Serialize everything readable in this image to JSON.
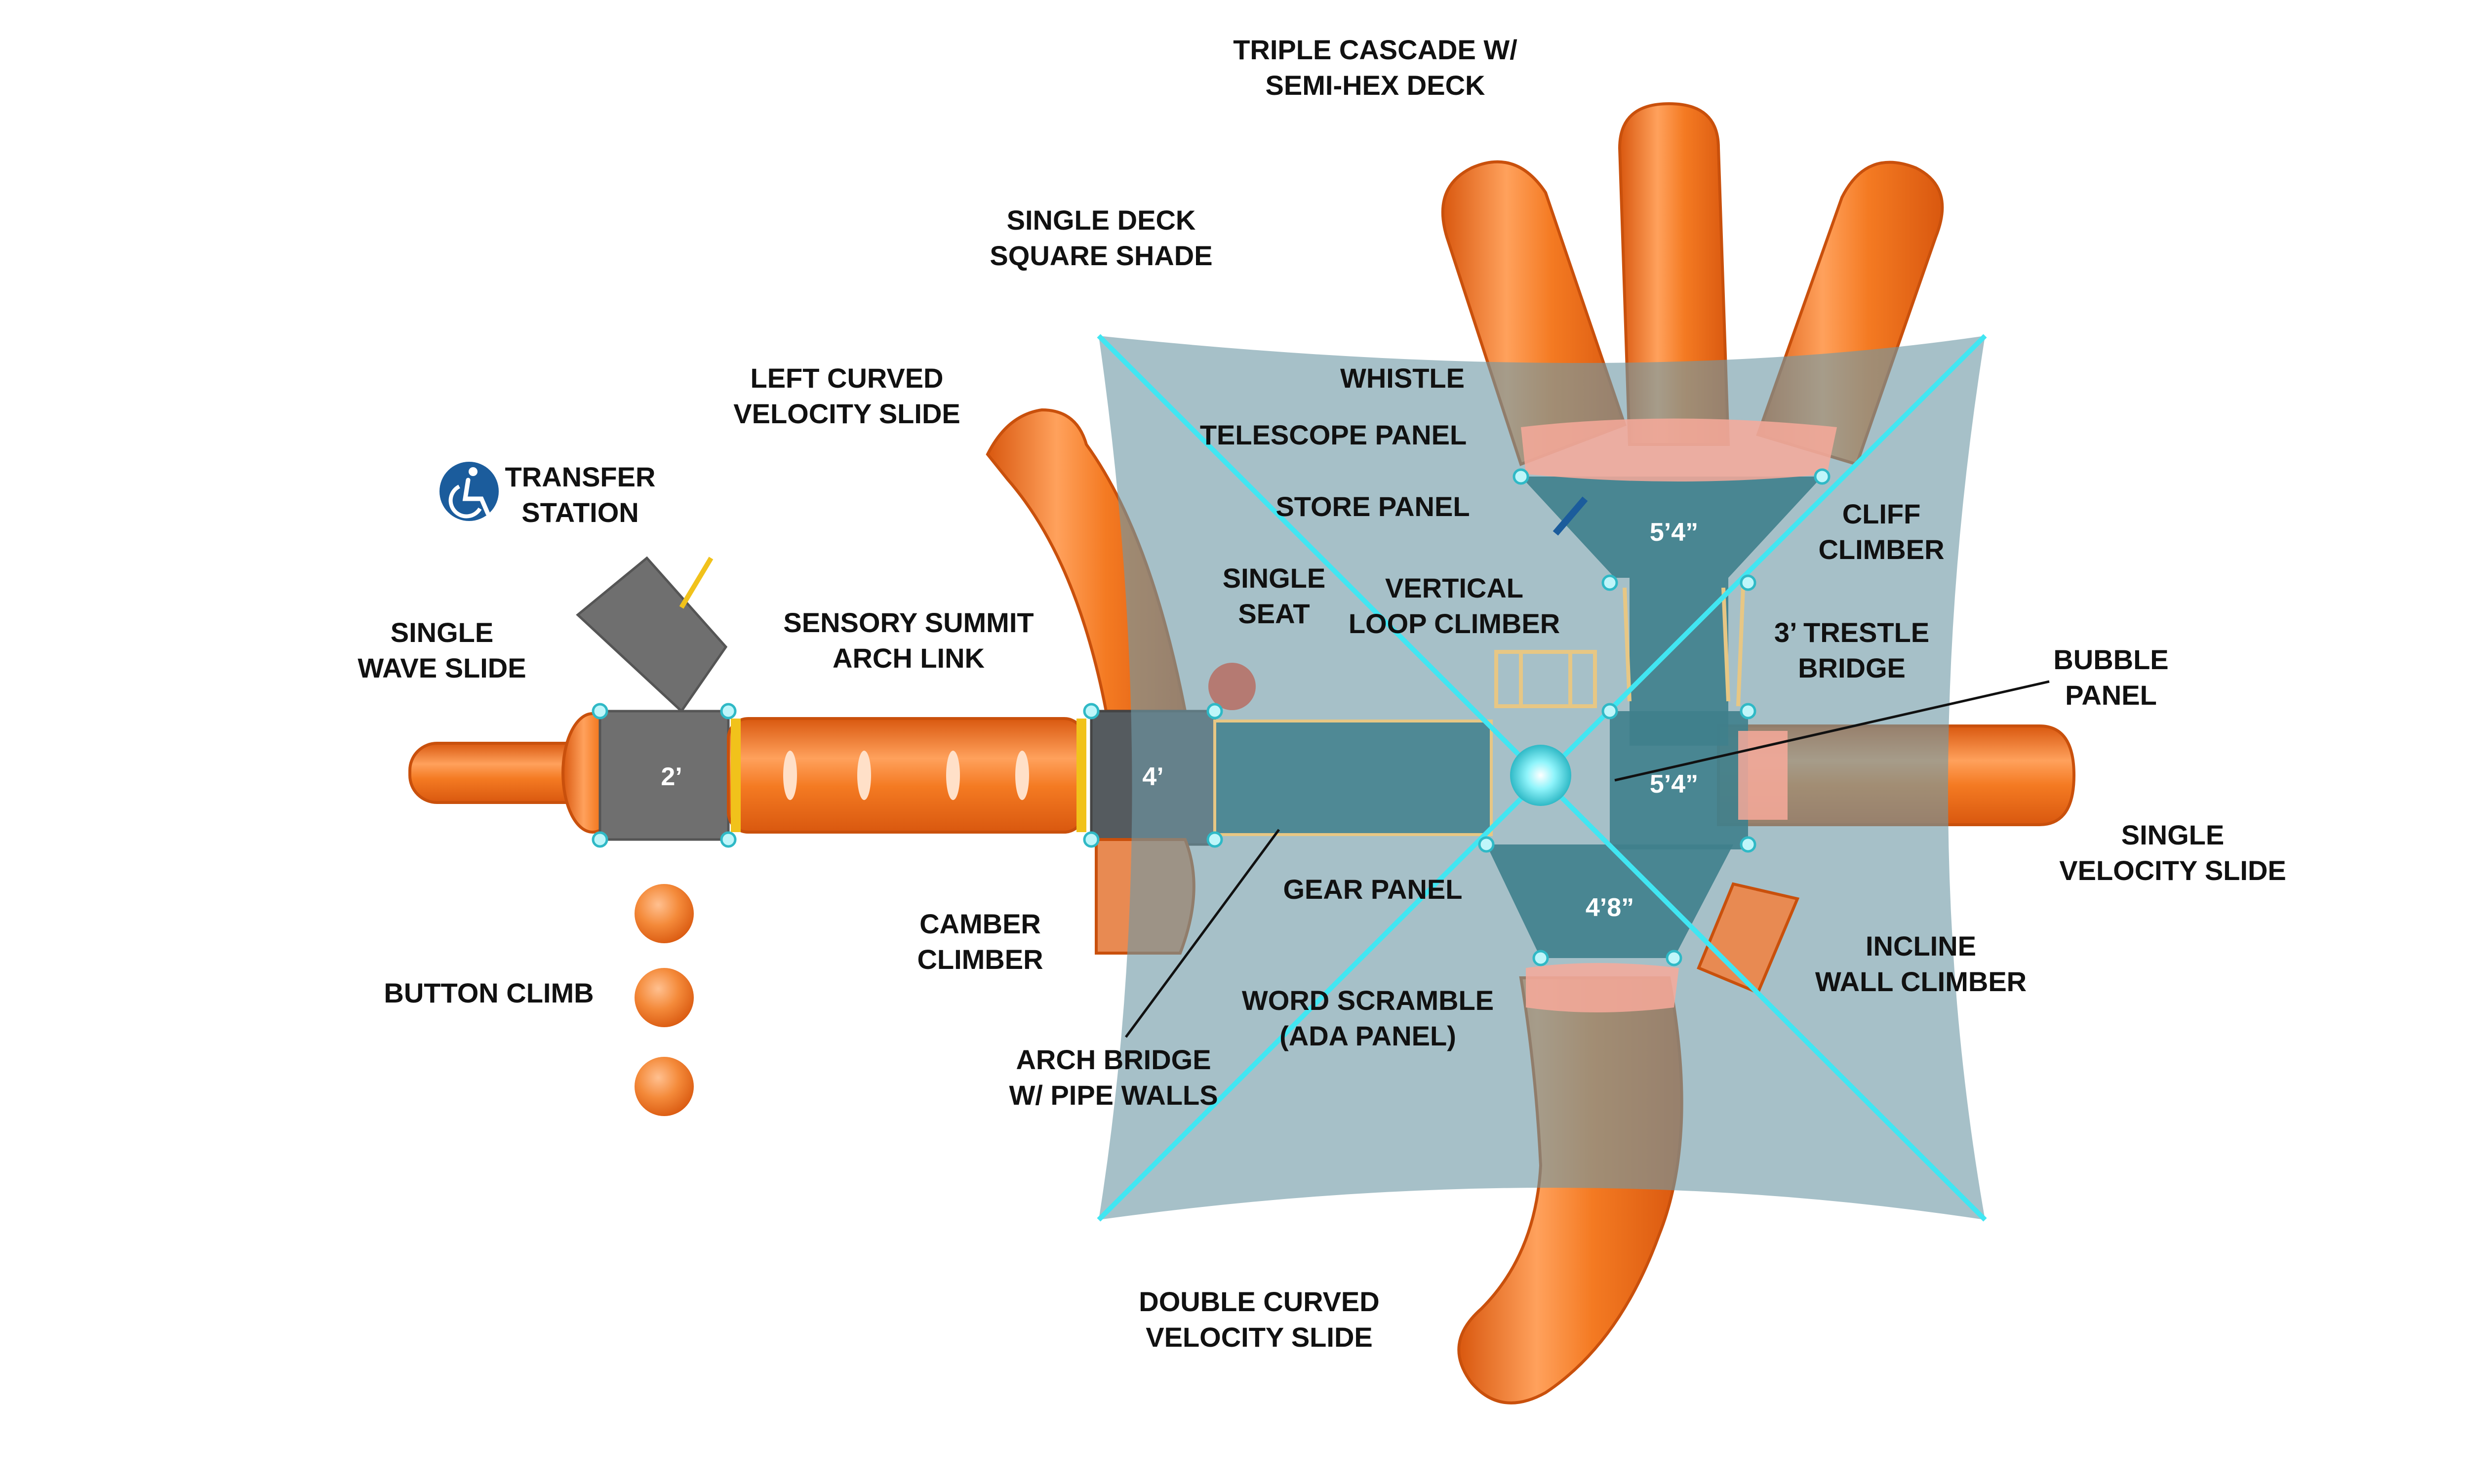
{
  "colors": {
    "slide_orange": "#f47a22",
    "slide_highlight": "#ffb27a",
    "slide_dark": "#d9580f",
    "shade_canopy": "#6f9aa6",
    "deck_teal": "#3f7f8c",
    "cable_cyan": "#41e6f2",
    "deck_gray": "#6f6f6f",
    "railing_tan": "#e7c784",
    "ada_blue": "#1b5c9c",
    "leader_line": "#111111"
  },
  "icons": {
    "accessibility": "wheelchair-accessibility-icon"
  },
  "labels": {
    "triple_cascade": [
      "TRIPLE CASCADE W/",
      "SEMI-HEX DECK"
    ],
    "single_deck_shade": [
      "SINGLE DECK",
      "SQUARE SHADE"
    ],
    "left_curved_slide": [
      "LEFT CURVED",
      "VELOCITY SLIDE"
    ],
    "whistle": [
      "WHISTLE"
    ],
    "telescope_panel": [
      "TELESCOPE PANEL"
    ],
    "store_panel": [
      "STORE PANEL"
    ],
    "cliff_climber": [
      "CLIFF",
      "CLIMBER"
    ],
    "transfer_station": [
      "TRANSFER",
      "STATION"
    ],
    "single_wave_slide": [
      "SINGLE",
      "WAVE SLIDE"
    ],
    "sensory_summit": [
      "SENSORY SUMMIT",
      "ARCH LINK"
    ],
    "single_seat": [
      "SINGLE",
      "SEAT"
    ],
    "vertical_loop": [
      "VERTICAL",
      "LOOP CLIMBER"
    ],
    "trestle_bridge": [
      "3’ TRESTLE",
      "BRIDGE"
    ],
    "bubble_panel": [
      "BUBBLE",
      "PANEL"
    ],
    "single_velocity_slide": [
      "SINGLE",
      "VELOCITY SLIDE"
    ],
    "gear_panel": [
      "GEAR PANEL"
    ],
    "camber_climber": [
      "CAMBER",
      "CLIMBER"
    ],
    "button_climb": [
      "BUTTON CLIMB"
    ],
    "incline_wall": [
      "INCLINE",
      "WALL CLIMBER"
    ],
    "word_scramble": [
      "WORD SCRAMBLE",
      "(ADA PANEL)"
    ],
    "arch_bridge": [
      "ARCH BRIDGE",
      "W/ PIPE WALLS"
    ],
    "double_curved_slide": [
      "DOUBLE CURVED",
      "VELOCITY SLIDE"
    ]
  },
  "deck_heights": {
    "transfer_deck": "2’",
    "link_deck": "4’",
    "top_deck": "5’4”",
    "right_deck": "5’4”",
    "bottom_deck": "4’8”"
  }
}
